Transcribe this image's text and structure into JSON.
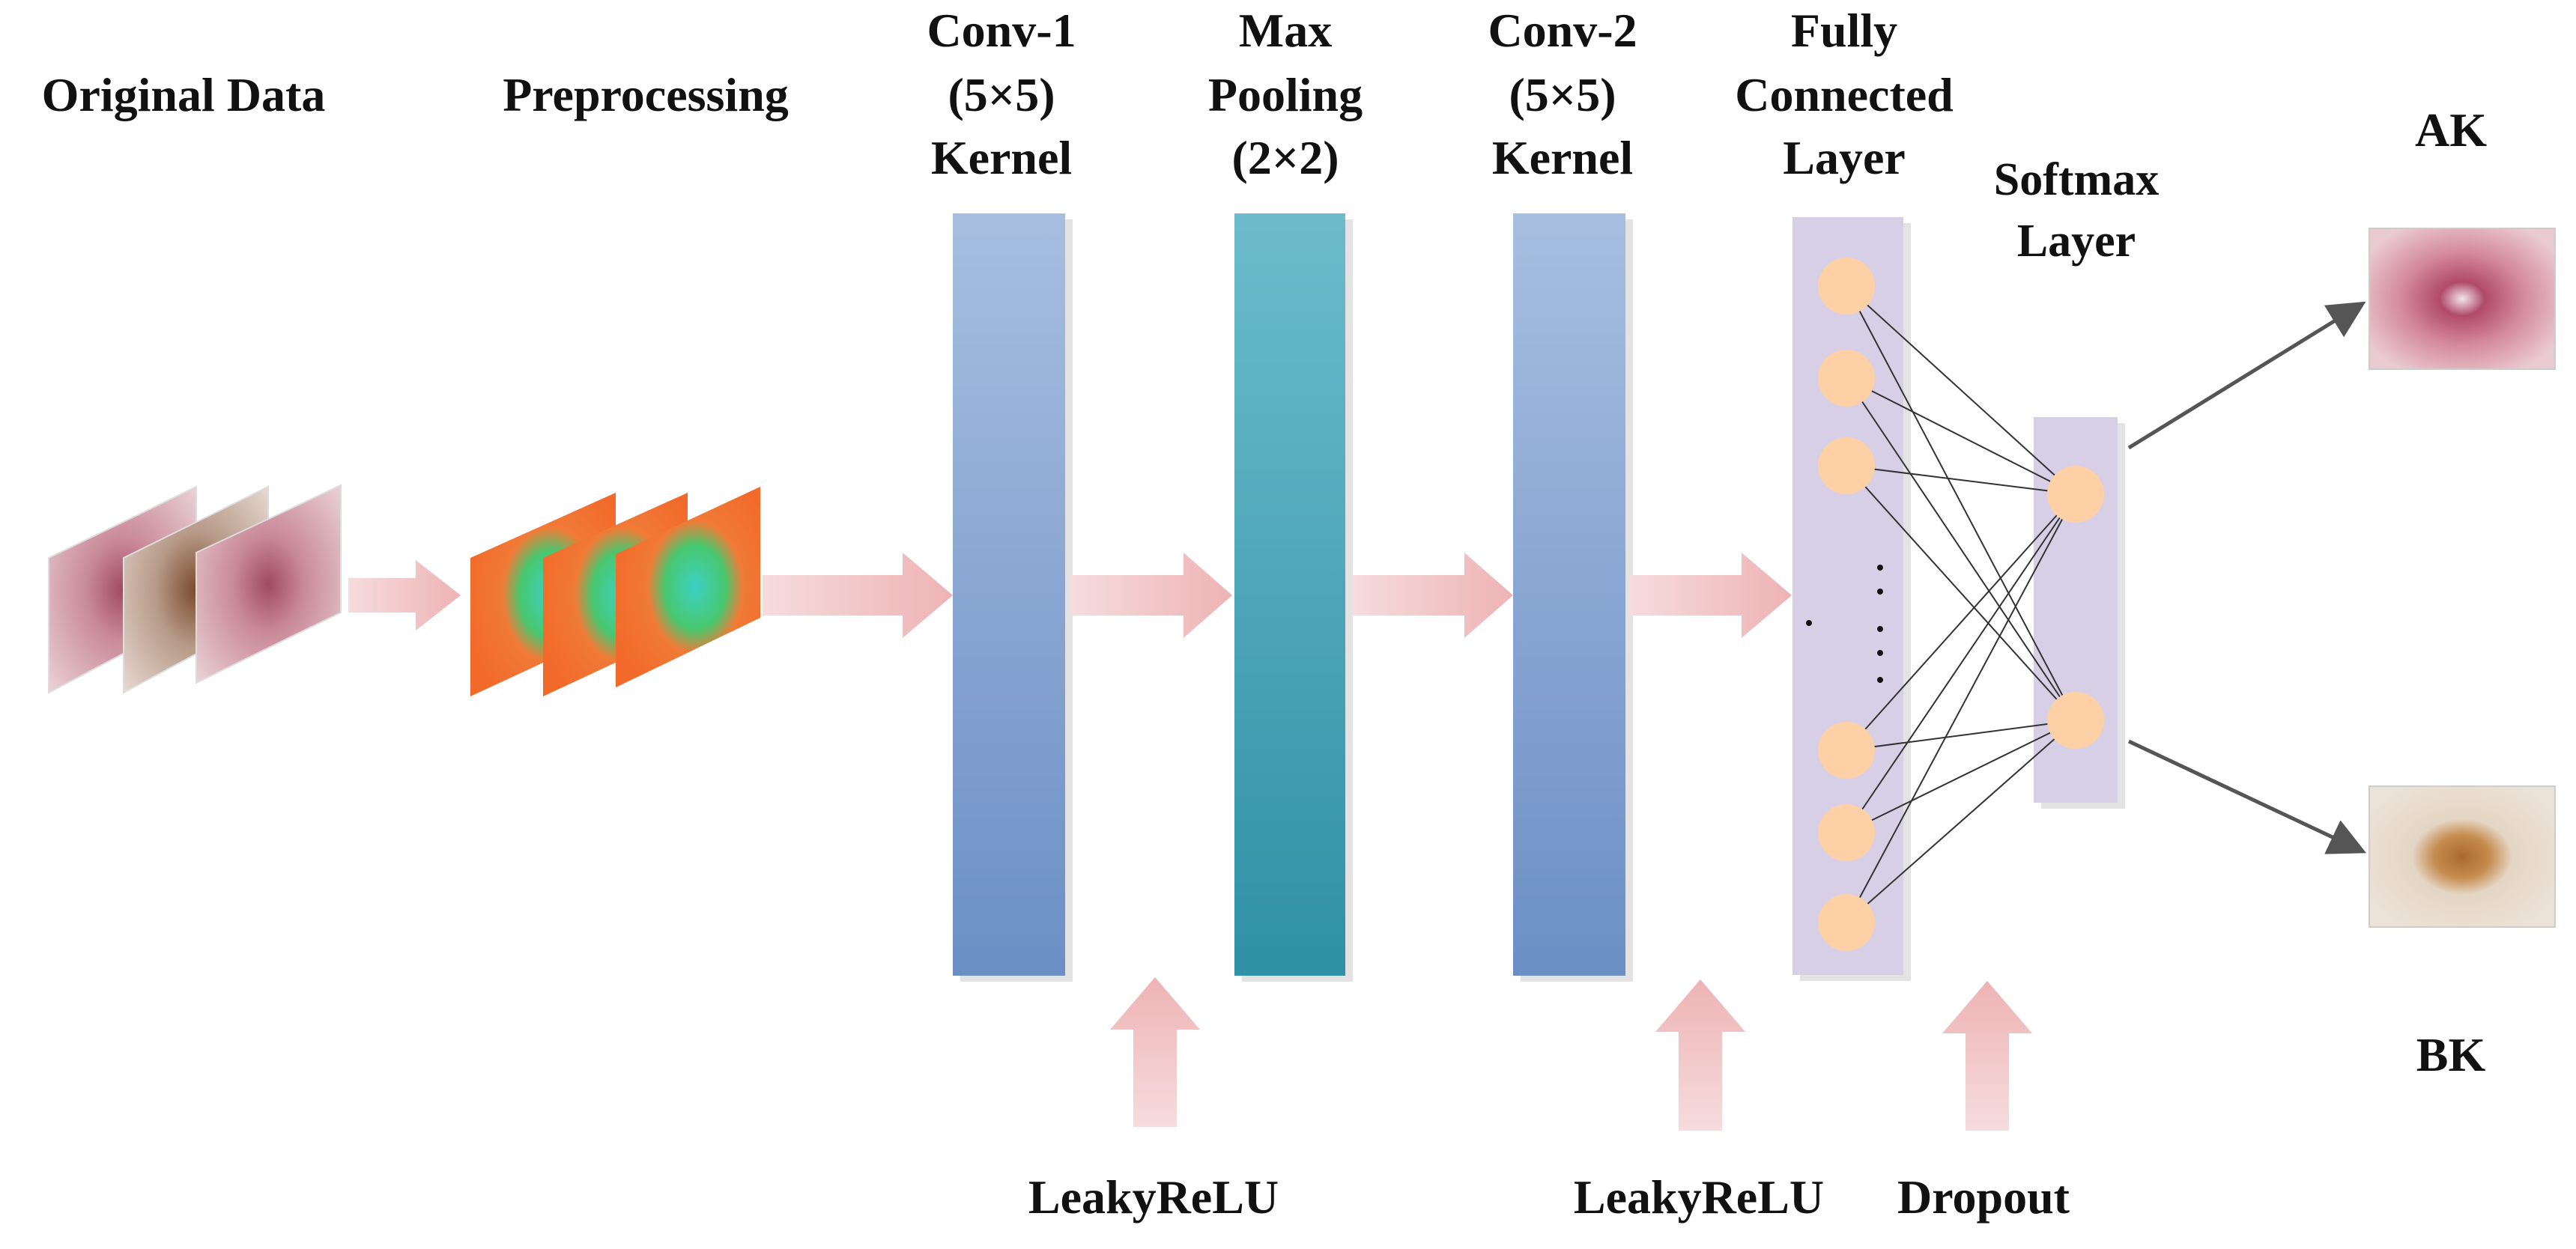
{
  "labels": {
    "original_data": "Original Data",
    "preprocessing": "Preprocessing",
    "conv1": [
      "Conv-1",
      "(5×5)",
      "Kernel"
    ],
    "max_pooling": [
      "Max",
      "Pooling",
      "(2×2)"
    ],
    "conv2": [
      "Conv-2",
      "(5×5)",
      "Kernel"
    ],
    "fully_connected": [
      "Fully",
      "Connected",
      "Layer"
    ],
    "softmax": [
      "Softmax",
      "Layer"
    ],
    "ak": "AK",
    "bk": "BK",
    "leakyrelu_1": "LeakyReLU",
    "leakyrelu_2": "LeakyReLU",
    "dropout": "Dropout"
  },
  "colors": {
    "conv": "#7e9fcf",
    "pool": "#3d9fb5",
    "fc": "#d5cce6",
    "node": "#fdd1a5",
    "arrow": "#efb9ba"
  },
  "icons": [
    "skin-lesion-image",
    "heatmap-image",
    "up-arrow",
    "right-arrow"
  ]
}
